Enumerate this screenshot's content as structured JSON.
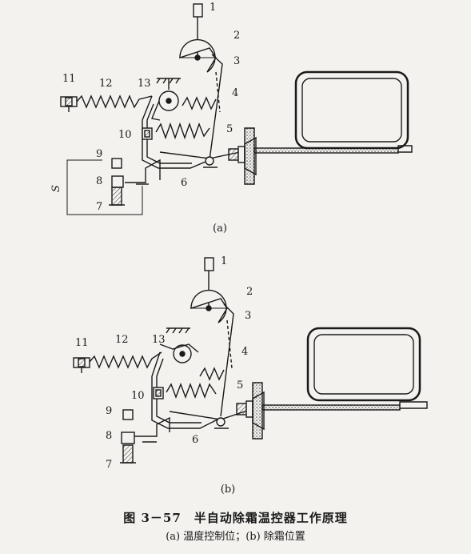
{
  "figure": {
    "caption": "图 3－57　半自动除霜温控器工作原理",
    "subcaption": "(a) 温度控制位；(b) 除霜位置"
  },
  "panel_a": {
    "label": "(a)",
    "parts": [
      "1",
      "2",
      "3",
      "4",
      "5",
      "6",
      "7",
      "8",
      "9",
      "10",
      "11",
      "12",
      "13"
    ],
    "dimension_label": "S"
  },
  "panel_b": {
    "label": "(b)",
    "parts": [
      "1",
      "2",
      "3",
      "4",
      "5",
      "6",
      "7",
      "8",
      "9",
      "10",
      "11",
      "12",
      "13"
    ]
  }
}
